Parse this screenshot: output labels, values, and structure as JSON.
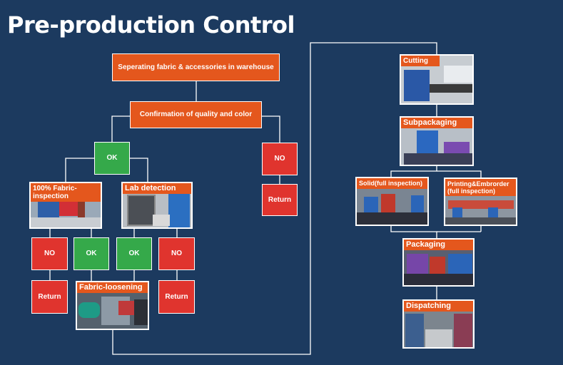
{
  "title": "Pre-production Control",
  "colors": {
    "background": "#1c3a5f",
    "orange": "#e4571d",
    "green": "#35a94a",
    "red": "#e0342e",
    "line": "#ffffff"
  },
  "steps": {
    "separating": "Seperating fabric & accessories in warehouse",
    "confirmation": "Confirmation of quality and color",
    "ok_top": "OK",
    "no_right": "NO",
    "return_right": "Return",
    "fabric_inspection": "100% Fabric-inspection",
    "lab_detection": "Lab detection",
    "no_1": "NO",
    "ok_1": "OK",
    "ok_2": "OK",
    "no_2": "NO",
    "return_1": "Return",
    "return_2": "Return",
    "fabric_loosening": "Fabric-loosening",
    "cutting": "Cutting",
    "subpackaging": "Subpackaging",
    "solid": "Solid(full inspection)",
    "printing": "Printing&Embrorder (full inspection)",
    "packaging": "Packaging",
    "dispatching": "Dispatching"
  }
}
